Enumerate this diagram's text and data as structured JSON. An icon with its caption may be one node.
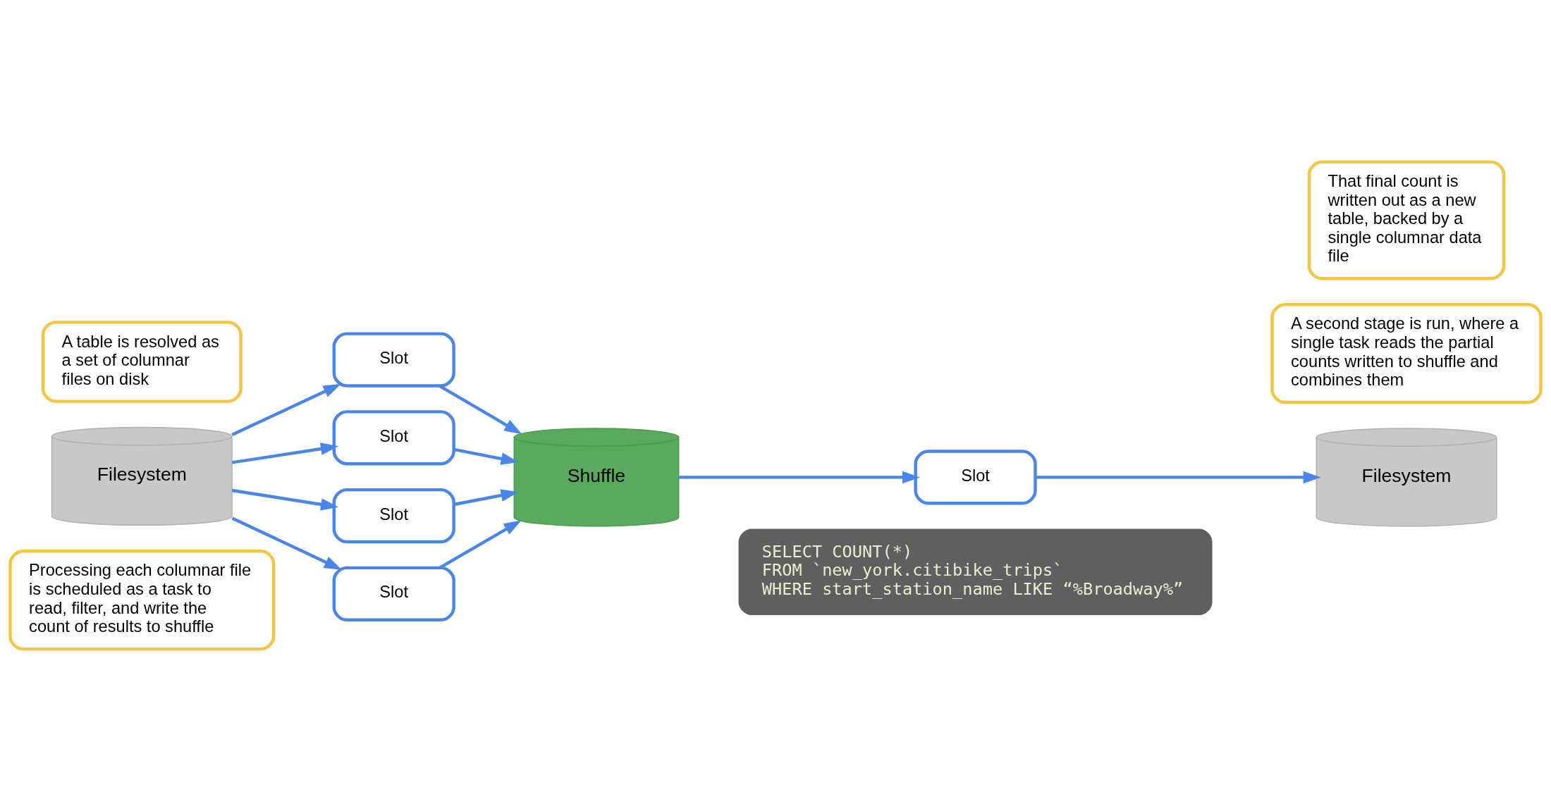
{
  "diagram": {
    "nodes": [
      {
        "text": [
          "Processing each columnar file is scheduled as a task to read, filter, and write the count of results to shuffle"
        ]
      },
      {
        "text": [
          "SELECT COUNT(*)",
          "FROM `new_york.citibike_trips`",
          "WHERE start_station_name LIKE “%Broadway%”"
        ]
      },
      {
        "text": [
          "Slot"
        ]
      },
      {
        "text": [
          "Slot"
        ]
      },
      {
        "text": [
          "Slot"
        ]
      },
      {
        "text": [
          "Slot"
        ]
      },
      {
        "text": [
          "A second stage is run, where a single task reads the partial counts written to shuffle and combines them"
        ]
      },
      {
        "text": [
          "Slot"
        ]
      },
      {
        "text": [
          "That final count is written out as a new table, backed by a single columnar data file"
        ]
      },
      {
        "text": [
          "A table is resolved as a set of columnar files on disk"
        ]
      },
      {
        "text": [
          "Filesystem"
        ]
      },
      {
        "text": [
          "Shuffle"
        ]
      },
      {
        "text": [
          "Filesystem"
        ]
      }
    ],
    "edges": [
      {
        "from": 10,
        "to": 2,
        "arrow": "to"
      },
      {
        "from": 10,
        "to": 3,
        "arrow": "to"
      },
      {
        "from": 10,
        "to": 4,
        "arrow": "to"
      },
      {
        "from": 10,
        "to": 5,
        "arrow": "to"
      },
      {
        "from": 2,
        "to": 11,
        "arrow": "to"
      },
      {
        "from": 3,
        "to": 11,
        "arrow": "to"
      },
      {
        "from": 4,
        "to": 11,
        "arrow": "to"
      },
      {
        "from": 5,
        "to": 11,
        "arrow": "to"
      },
      {
        "from": 11,
        "to": 7,
        "arrow": "to"
      },
      {
        "from": 7,
        "to": 12,
        "arrow": "to"
      }
    ]
  }
}
